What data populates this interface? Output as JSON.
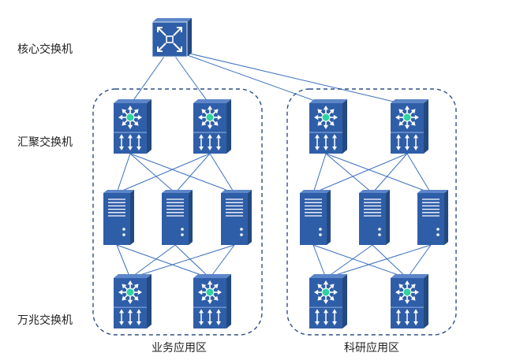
{
  "tiers": {
    "core": "核心交换机",
    "aggregation": "汇聚交换机",
    "access": "万兆交换机"
  },
  "zones": [
    {
      "label": "业务应用区"
    },
    {
      "label": "科研应用区"
    }
  ],
  "colors": {
    "device_blue": "#2f5ea8",
    "device_blue_dark": "#23497f",
    "accent_green": "#2fd3a0",
    "link_line": "#3b6fbe",
    "zone_border": "#2d4f86"
  },
  "icons": {
    "core": "core-switch-icon",
    "aggregation": "aggregation-switch-icon",
    "server": "server-icon",
    "access": "access-switch-icon"
  }
}
